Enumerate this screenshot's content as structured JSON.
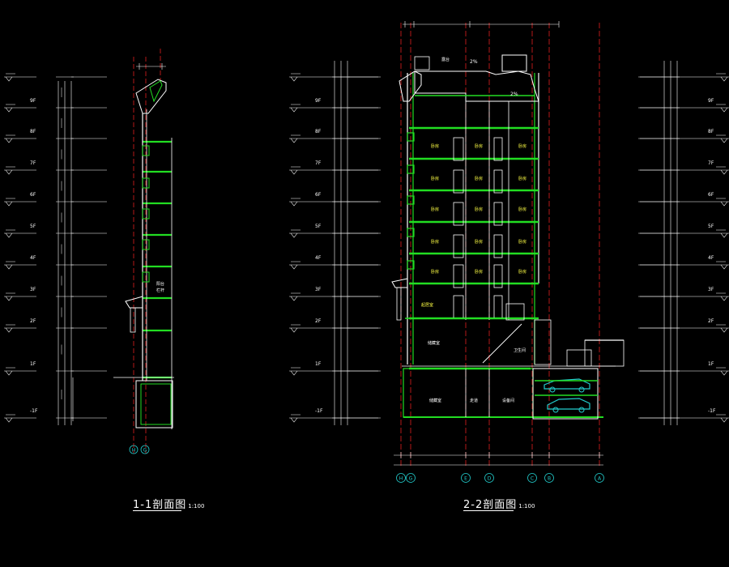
{
  "floors": [
    "-1F",
    "1F",
    "2F",
    "3F",
    "4F",
    "5F",
    "6F",
    "7F",
    "8F",
    "9F"
  ],
  "section1": {
    "title": "1-1剖面图",
    "scale": "1:100",
    "axes": [
      "H",
      "G"
    ]
  },
  "section2": {
    "title": "2-2剖面图",
    "scale": "1:100",
    "axes": [
      "H",
      "G",
      "E",
      "D",
      "C",
      "B",
      "A"
    ]
  },
  "room_labels": {
    "bedroom": "卧房",
    "living_upper": "起居室",
    "bath": "卫生间",
    "storage": "储藏室",
    "corridor": "走道",
    "equipment": "设备间",
    "terrace": "露台",
    "roof_slope": "2%"
  },
  "colors": {
    "background": "#000000",
    "line_white": "#ffffff",
    "floor_green": "#22dd22",
    "axis_red": "#ff2222",
    "axis_bubble": "#22cccc",
    "car": "#22cccc",
    "annotation": "#ffff44"
  }
}
